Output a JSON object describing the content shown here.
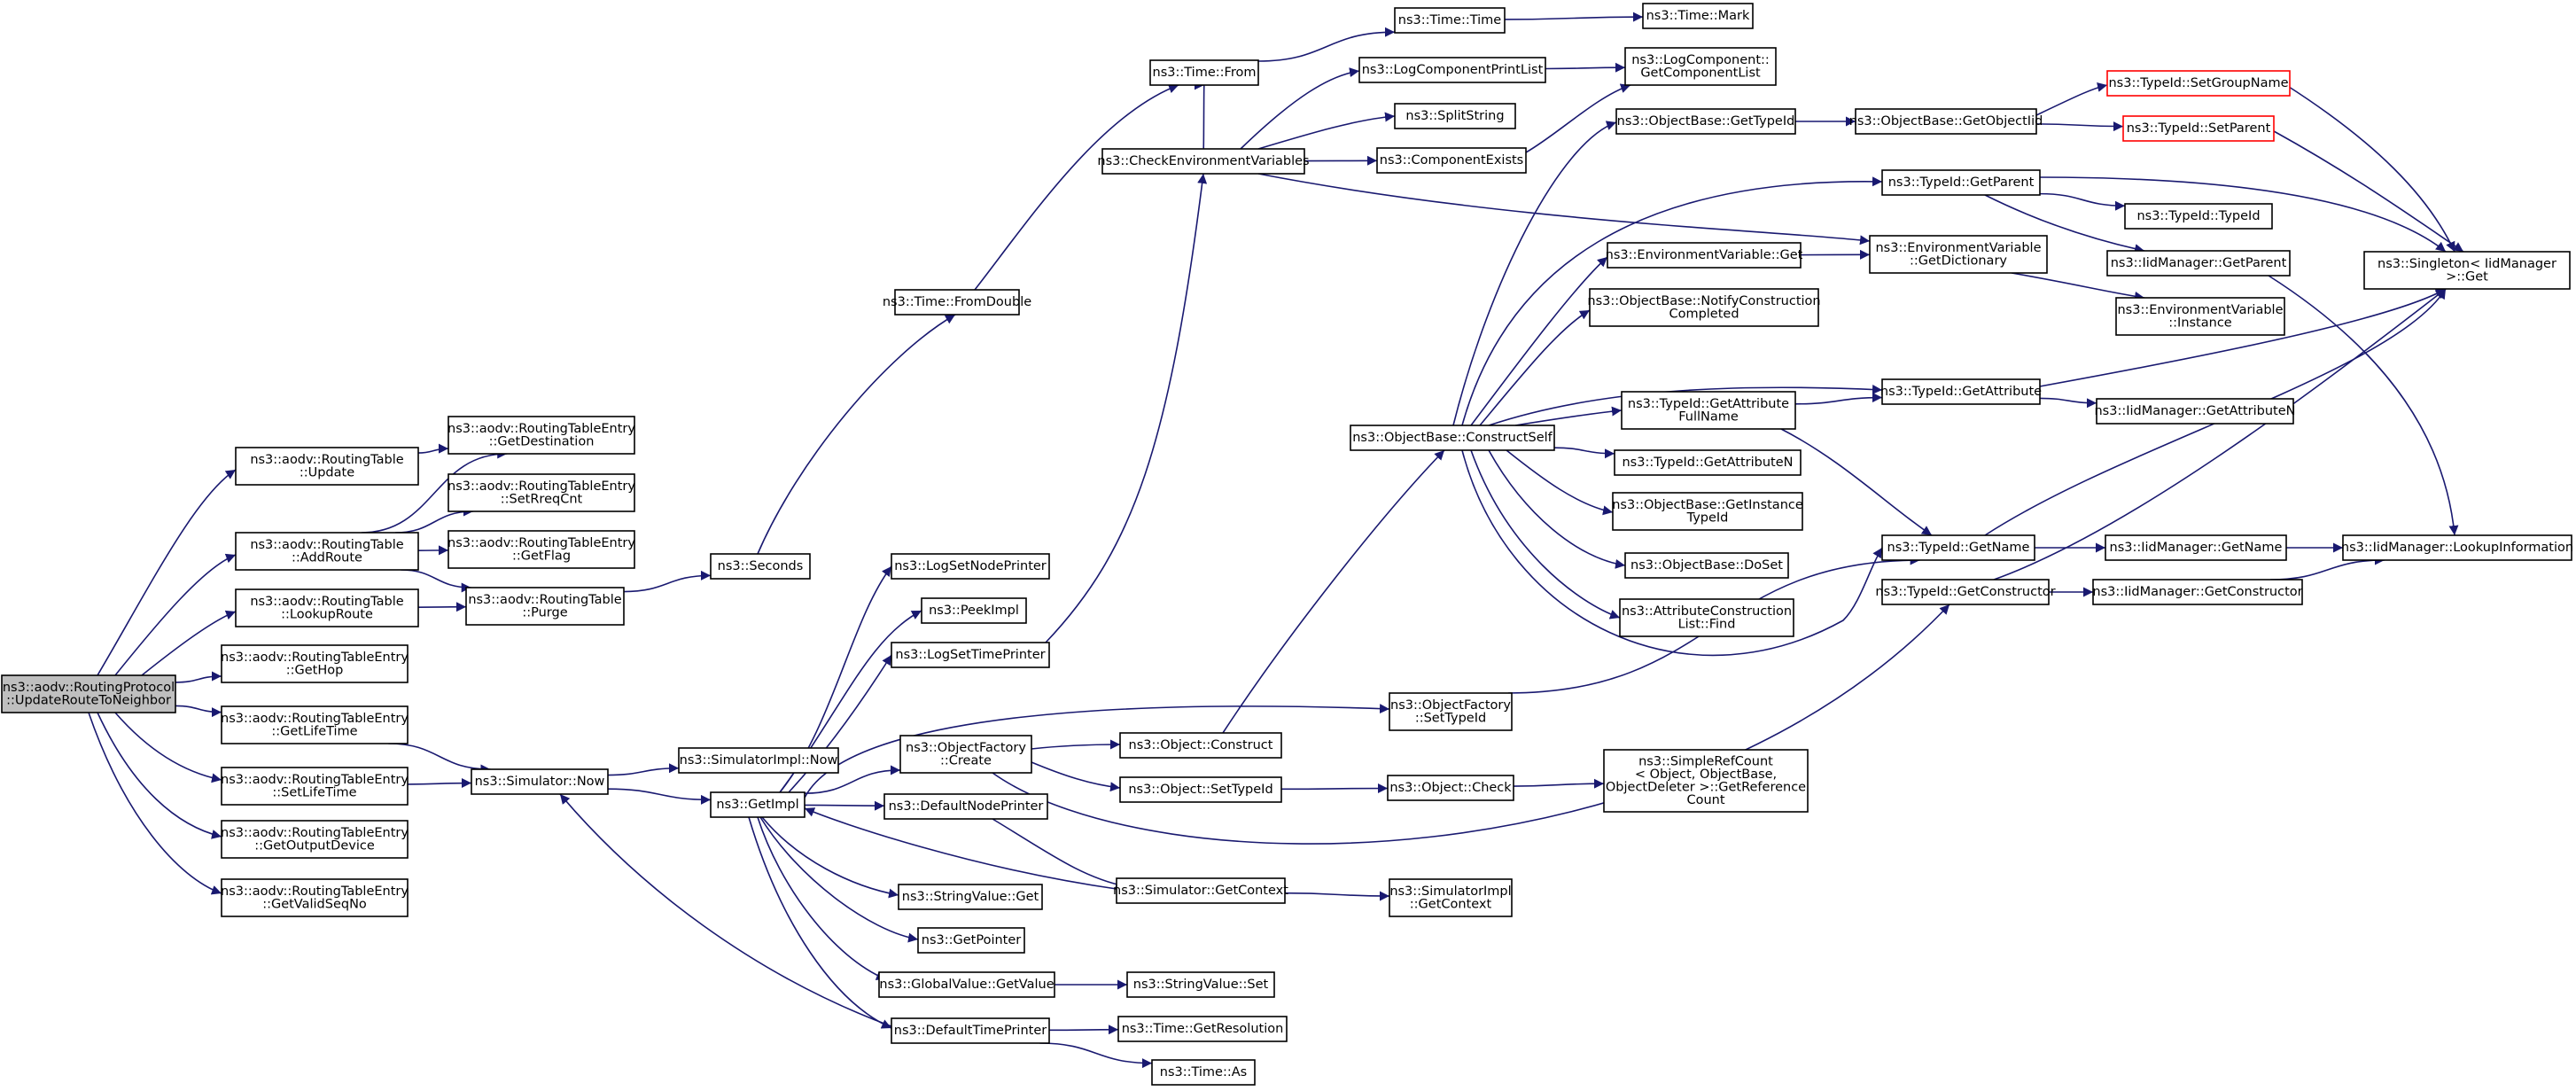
{
  "diagram": {
    "type": "call-graph",
    "edge_color": "#191970",
    "root_fill": "#bfbfbf",
    "highlight_border": "#ff0000",
    "nodes": [
      {
        "id": "n0",
        "lines": [
          "ns3::aodv::RoutingProtocol",
          "::UpdateRouteToNeighbor"
        ],
        "style": "root"
      },
      {
        "id": "n1",
        "lines": [
          "ns3::aodv::RoutingTable",
          "::Update"
        ]
      },
      {
        "id": "n2",
        "lines": [
          "ns3::aodv::RoutingTable",
          "::AddRoute"
        ]
      },
      {
        "id": "n3",
        "lines": [
          "ns3::aodv::RoutingTable",
          "::LookupRoute"
        ]
      },
      {
        "id": "n4",
        "lines": [
          "ns3::aodv::RoutingTableEntry",
          "::GetHop"
        ]
      },
      {
        "id": "n5",
        "lines": [
          "ns3::aodv::RoutingTableEntry",
          "::GetLifeTime"
        ]
      },
      {
        "id": "n6",
        "lines": [
          "ns3::aodv::RoutingTableEntry",
          "::SetLifeTime"
        ]
      },
      {
        "id": "n7",
        "lines": [
          "ns3::aodv::RoutingTableEntry",
          "::GetOutputDevice"
        ]
      },
      {
        "id": "n8",
        "lines": [
          "ns3::aodv::RoutingTableEntry",
          "::GetValidSeqNo"
        ]
      },
      {
        "id": "n9",
        "lines": [
          "ns3::aodv::RoutingTableEntry",
          "::GetDestination"
        ]
      },
      {
        "id": "n10",
        "lines": [
          "ns3::aodv::RoutingTableEntry",
          "::SetRreqCnt"
        ]
      },
      {
        "id": "n11",
        "lines": [
          "ns3::aodv::RoutingTableEntry",
          "::GetFlag"
        ]
      },
      {
        "id": "n12",
        "lines": [
          "ns3::aodv::RoutingTable",
          "::Purge"
        ]
      },
      {
        "id": "n13",
        "lines": [
          "ns3::Seconds"
        ]
      },
      {
        "id": "n14",
        "lines": [
          "ns3::Simulator::Now"
        ]
      },
      {
        "id": "n15",
        "lines": [
          "ns3::SimulatorImpl::Now"
        ]
      },
      {
        "id": "n16",
        "lines": [
          "ns3::GetImpl"
        ]
      },
      {
        "id": "n17",
        "lines": [
          "ns3::Time::FromDouble"
        ]
      },
      {
        "id": "n18",
        "lines": [
          "ns3::Time::From"
        ]
      },
      {
        "id": "n19",
        "lines": [
          "ns3::Time::Time"
        ]
      },
      {
        "id": "n20",
        "lines": [
          "ns3::Time::Mark"
        ]
      },
      {
        "id": "n21",
        "lines": [
          "ns3::CheckEnvironmentVariables"
        ]
      },
      {
        "id": "n22",
        "lines": [
          "ns3::LogComponentPrintList"
        ]
      },
      {
        "id": "n23",
        "lines": [
          "ns3::LogComponent::",
          "GetComponentList"
        ]
      },
      {
        "id": "n24",
        "lines": [
          "ns3::SplitString"
        ]
      },
      {
        "id": "n25",
        "lines": [
          "ns3::ComponentExists"
        ]
      },
      {
        "id": "n26",
        "lines": [
          "ns3::EnvironmentVariable",
          "::GetDictionary"
        ]
      },
      {
        "id": "n27",
        "lines": [
          "ns3::LogSetNodePrinter"
        ]
      },
      {
        "id": "n28",
        "lines": [
          "ns3::PeekImpl"
        ]
      },
      {
        "id": "n29",
        "lines": [
          "ns3::LogSetTimePrinter"
        ]
      },
      {
        "id": "n30",
        "lines": [
          "ns3::ObjectFactory",
          "::Create"
        ]
      },
      {
        "id": "n31",
        "lines": [
          "ns3::DefaultNodePrinter"
        ]
      },
      {
        "id": "n32",
        "lines": [
          "ns3::StringValue::Get"
        ]
      },
      {
        "id": "n33",
        "lines": [
          "ns3::GetPointer"
        ]
      },
      {
        "id": "n34",
        "lines": [
          "ns3::GlobalValue::GetValue"
        ]
      },
      {
        "id": "n35",
        "lines": [
          "ns3::DefaultTimePrinter"
        ]
      },
      {
        "id": "n36",
        "lines": [
          "ns3::Object::Construct"
        ]
      },
      {
        "id": "n37",
        "lines": [
          "ns3::Object::SetTypeId"
        ]
      },
      {
        "id": "n38",
        "lines": [
          "ns3::Simulator::GetContext"
        ]
      },
      {
        "id": "n39",
        "lines": [
          "ns3::StringValue::Set"
        ]
      },
      {
        "id": "n40",
        "lines": [
          "ns3::Time::GetResolution"
        ]
      },
      {
        "id": "n41",
        "lines": [
          "ns3::Time::As"
        ]
      },
      {
        "id": "n42",
        "lines": [
          "ns3::ObjectFactory",
          "::SetTypeId"
        ]
      },
      {
        "id": "n43",
        "lines": [
          "ns3::ObjectBase::ConstructSelf"
        ]
      },
      {
        "id": "n44",
        "lines": [
          "ns3::Object::Check"
        ]
      },
      {
        "id": "n45",
        "lines": [
          "ns3::SimulatorImpl",
          "::GetContext"
        ]
      },
      {
        "id": "n46",
        "lines": [
          "ns3::ObjectBase::GetTypeId"
        ]
      },
      {
        "id": "n47",
        "lines": [
          "ns3::EnvironmentVariable::Get"
        ]
      },
      {
        "id": "n48",
        "lines": [
          "ns3::ObjectBase::NotifyConstruction",
          "Completed"
        ]
      },
      {
        "id": "n49",
        "lines": [
          "ns3::TypeId::GetAttribute",
          "FullName"
        ]
      },
      {
        "id": "n50",
        "lines": [
          "ns3::TypeId::GetAttributeN"
        ]
      },
      {
        "id": "n51",
        "lines": [
          "ns3::ObjectBase::GetInstance",
          "TypeId"
        ]
      },
      {
        "id": "n52",
        "lines": [
          "ns3::ObjectBase::DoSet"
        ]
      },
      {
        "id": "n53",
        "lines": [
          "ns3::AttributeConstruction",
          "List::Find"
        ]
      },
      {
        "id": "n54",
        "lines": [
          "ns3::SimpleRefCount",
          "< Object, ObjectBase,",
          "ObjectDeleter >::GetReference",
          "Count"
        ]
      },
      {
        "id": "n55",
        "lines": [
          "ns3::ObjectBase::GetObjectIid"
        ]
      },
      {
        "id": "n56",
        "lines": [
          "ns3::TypeId::GetParent"
        ]
      },
      {
        "id": "n57",
        "lines": [
          "ns3::TypeId::GetAttribute"
        ]
      },
      {
        "id": "n58",
        "lines": [
          "ns3::TypeId::GetName"
        ]
      },
      {
        "id": "n59",
        "lines": [
          "ns3::TypeId::GetConstructor"
        ]
      },
      {
        "id": "n60",
        "lines": [
          "ns3::TypeId::SetGroupName"
        ],
        "style": "red"
      },
      {
        "id": "n61",
        "lines": [
          "ns3::TypeId::SetParent"
        ],
        "style": "red"
      },
      {
        "id": "n62",
        "lines": [
          "ns3::TypeId::TypeId"
        ]
      },
      {
        "id": "n63",
        "lines": [
          "ns3::IidManager::GetParent"
        ]
      },
      {
        "id": "n64",
        "lines": [
          "ns3::EnvironmentVariable",
          "::Instance"
        ]
      },
      {
        "id": "n65",
        "lines": [
          "ns3::IidManager::GetAttributeN"
        ]
      },
      {
        "id": "n66",
        "lines": [
          "ns3::IidManager::GetName"
        ]
      },
      {
        "id": "n67",
        "lines": [
          "ns3::IidManager::GetConstructor"
        ]
      },
      {
        "id": "n68",
        "lines": [
          "ns3::Singleton< IidManager",
          ">::Get"
        ]
      },
      {
        "id": "n69",
        "lines": [
          "ns3::IidManager::LookupInformation"
        ]
      }
    ],
    "edges": [
      [
        "n0",
        "n1"
      ],
      [
        "n0",
        "n2"
      ],
      [
        "n0",
        "n3"
      ],
      [
        "n0",
        "n4"
      ],
      [
        "n0",
        "n5"
      ],
      [
        "n0",
        "n6"
      ],
      [
        "n0",
        "n7"
      ],
      [
        "n0",
        "n8"
      ],
      [
        "n1",
        "n9"
      ],
      [
        "n2",
        "n9"
      ],
      [
        "n2",
        "n10"
      ],
      [
        "n2",
        "n11"
      ],
      [
        "n2",
        "n12"
      ],
      [
        "n3",
        "n12"
      ],
      [
        "n12",
        "n13"
      ],
      [
        "n13",
        "n17"
      ],
      [
        "n17",
        "n18"
      ],
      [
        "n18",
        "n19"
      ],
      [
        "n19",
        "n20"
      ],
      [
        "n5",
        "n14"
      ],
      [
        "n6",
        "n14"
      ],
      [
        "n14",
        "n15"
      ],
      [
        "n14",
        "n16"
      ],
      [
        "n35",
        "n14"
      ],
      [
        "n16",
        "n27"
      ],
      [
        "n16",
        "n28"
      ],
      [
        "n16",
        "n29"
      ],
      [
        "n16",
        "n42"
      ],
      [
        "n16",
        "n30"
      ],
      [
        "n16",
        "n31"
      ],
      [
        "n16",
        "n32"
      ],
      [
        "n16",
        "n33"
      ],
      [
        "n16",
        "n34"
      ],
      [
        "n16",
        "n35"
      ],
      [
        "n38",
        "n16"
      ],
      [
        "n29",
        "n21"
      ],
      [
        "n21",
        "n18"
      ],
      [
        "n21",
        "n22"
      ],
      [
        "n21",
        "n24"
      ],
      [
        "n21",
        "n25"
      ],
      [
        "n21",
        "n26"
      ],
      [
        "n22",
        "n23"
      ],
      [
        "n25",
        "n23"
      ],
      [
        "n30",
        "n36"
      ],
      [
        "n30",
        "n37"
      ],
      [
        "n30",
        "n59"
      ],
      [
        "n31",
        "n38"
      ],
      [
        "n34",
        "n39"
      ],
      [
        "n35",
        "n40"
      ],
      [
        "n35",
        "n41"
      ],
      [
        "n36",
        "n43"
      ],
      [
        "n37",
        "n44"
      ],
      [
        "n38",
        "n45"
      ],
      [
        "n44",
        "n54"
      ],
      [
        "n42",
        "n58"
      ],
      [
        "n43",
        "n46"
      ],
      [
        "n43",
        "n56"
      ],
      [
        "n43",
        "n47"
      ],
      [
        "n43",
        "n48"
      ],
      [
        "n43",
        "n57"
      ],
      [
        "n43",
        "n49"
      ],
      [
        "n43",
        "n50"
      ],
      [
        "n43",
        "n51"
      ],
      [
        "n43",
        "n52"
      ],
      [
        "n43",
        "n53"
      ],
      [
        "n43",
        "n58"
      ],
      [
        "n46",
        "n55"
      ],
      [
        "n55",
        "n60"
      ],
      [
        "n55",
        "n61"
      ],
      [
        "n60",
        "n68"
      ],
      [
        "n61",
        "n68"
      ],
      [
        "n47",
        "n26"
      ],
      [
        "n26",
        "n64"
      ],
      [
        "n56",
        "n62"
      ],
      [
        "n56",
        "n63"
      ],
      [
        "n56",
        "n68"
      ],
      [
        "n63",
        "n69"
      ],
      [
        "n49",
        "n57"
      ],
      [
        "n49",
        "n58"
      ],
      [
        "n57",
        "n65"
      ],
      [
        "n57",
        "n68"
      ],
      [
        "n58",
        "n66"
      ],
      [
        "n58",
        "n68"
      ],
      [
        "n66",
        "n69"
      ],
      [
        "n59",
        "n67"
      ],
      [
        "n59",
        "n68"
      ],
      [
        "n67",
        "n69"
      ]
    ]
  }
}
